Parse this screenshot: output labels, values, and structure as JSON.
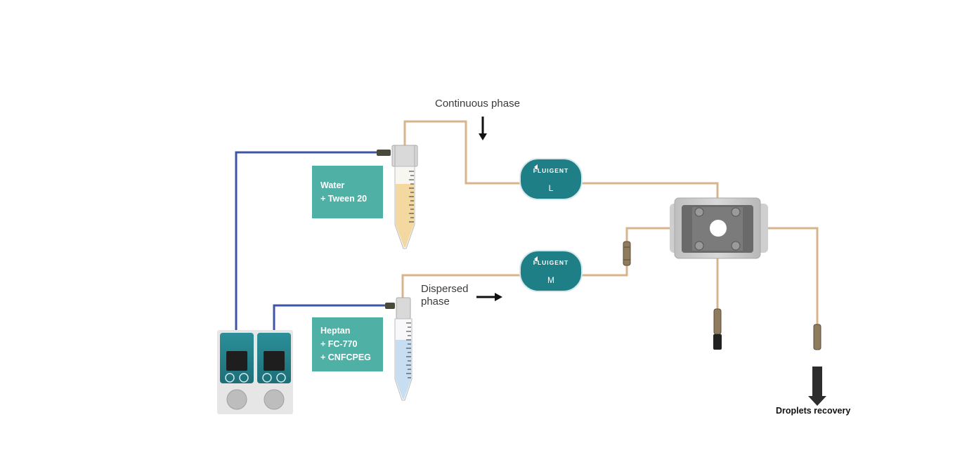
{
  "labels": {
    "continuous": "Continuous phase",
    "dispersed_line1": "Dispersed",
    "dispersed_line2": "phase",
    "recovery": "Droplets recovery"
  },
  "reservoirs": [
    {
      "line1": "Water",
      "line2": "+ Tween 20",
      "line3": ""
    },
    {
      "line1": "Heptan",
      "line2": "+ FC-770",
      "line3": "+ CNFCPEG"
    }
  ],
  "sensors": [
    {
      "brand": "FLUIGENT",
      "size": "L"
    },
    {
      "brand": "FLUIGENT",
      "size": "M"
    }
  ],
  "colors": {
    "air_line": "#3f56a8",
    "fluid_line": "#d8b48c",
    "teal": "#4fb0a6",
    "sensor": "#1f7f86",
    "aqueous": "#f3d9a0",
    "oil": "#c7def2"
  },
  "icons": [
    "pressure-controller-icon",
    "tube-icon",
    "flow-sensor-icon",
    "chip-holder-icon",
    "arrow-down-icon",
    "arrow-right-icon",
    "recovery-arrow-icon"
  ]
}
